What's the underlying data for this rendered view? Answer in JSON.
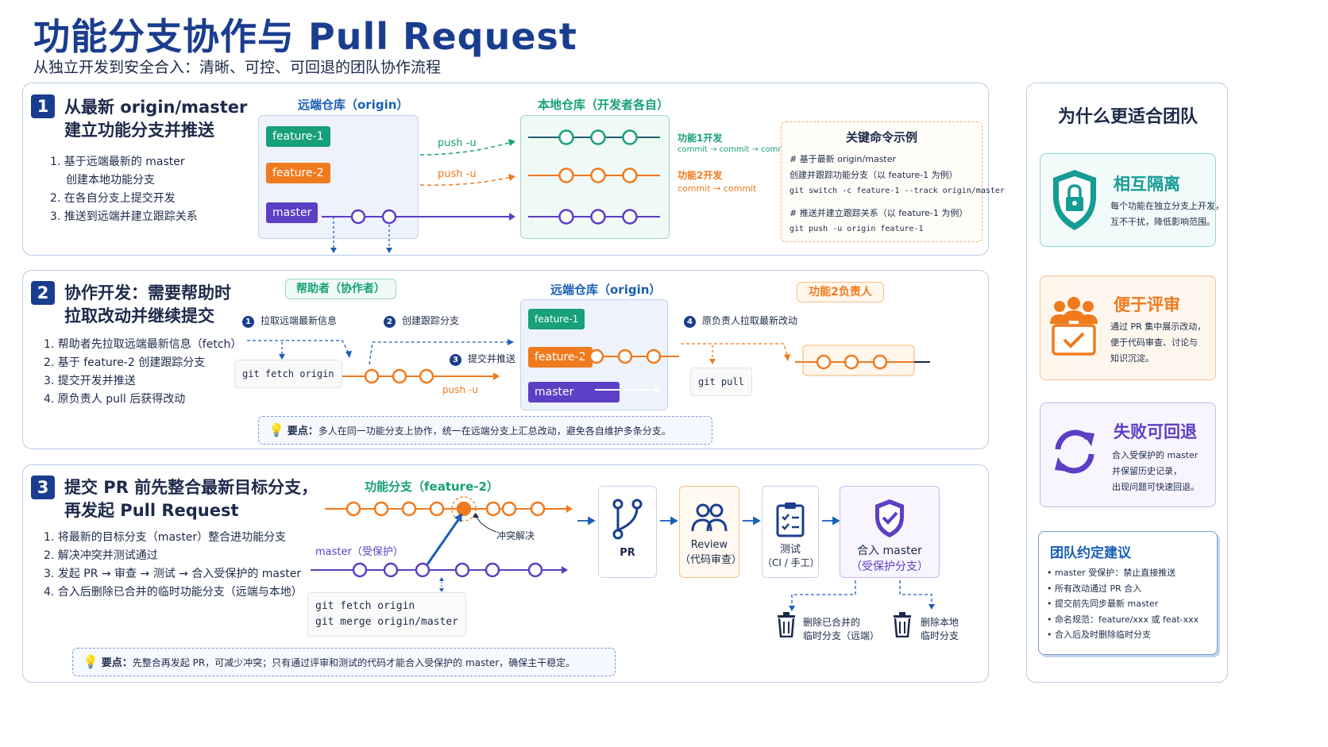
{
  "title": "功能分支协作与 Pull Request",
  "subtitle": "从独立开发到安全合入：清晰、可控、可回退的团队协作流程",
  "sec1": {
    "num": "1",
    "title_l1": "从最新  origin/master",
    "title_l2": "建立功能分支并推送",
    "steps": [
      "1.  基于远端最新的  master",
      "创建本地功能分支",
      "2.  在各自分支上提交开发",
      "3.  推送到远端并建立跟踪关系"
    ],
    "remote_label": "远端仓库（origin）",
    "local_label": "本地仓库（开发者各自）",
    "branch_f1": "feature-1",
    "branch_f2": "feature-2",
    "branch_master": "master",
    "push1": "push -u",
    "push2": "push -u",
    "dev1_title": "功能1开发",
    "dev1_sub": "commit → commit → commit",
    "dev2_title": "功能2开发",
    "dev2_sub": "commit → commit",
    "cmd_title": "关键命令示例",
    "cmd_lines": [
      "# 基于最新  origin/master",
      "  创建并跟踪功能分支（以 feature-1 为例）",
      "git switch -c feature-1 --track origin/master",
      "",
      "# 推送并建立跟踪关系（以 feature-1 为例）",
      "git push -u origin feature-1"
    ]
  },
  "sec2": {
    "num": "2",
    "title_l1": "协作开发：需要帮助时",
    "title_l2": "拉取改动并继续提交",
    "steps": [
      "1.  帮助者先拉取远端最新信息（fetch）",
      "2.  基于 feature-2 创建跟踪分支",
      "3.  提交开发并推送",
      "4.  原负责人  pull 后获得改动"
    ],
    "helper_label": "帮助者（协作者）",
    "remote_label": "远端仓库（origin）",
    "owner_label": "功能2负责人",
    "s1_num": "1",
    "s1": "拉取远端最新信息",
    "s2_num": "2",
    "s2": "创建跟踪分支",
    "s3_num": "3",
    "s3": "提交并推送",
    "s4_num": "4",
    "s4": "原负责人拉取最新改动",
    "cmd_fetch": "git fetch origin",
    "cmd_pull": "git pull",
    "push": "push -u",
    "branch_f1": "feature-1",
    "branch_f2": "feature-2",
    "branch_master": "master",
    "tip_label": "要点：",
    "tip_text": "多人在同一功能分支上协作，统一在远端分支上汇总改动，避免各自维护多条分支。"
  },
  "sec3": {
    "num": "3",
    "title_l1": "提交 PR 前先整合最新目标分支，",
    "title_l2": "再发起  Pull Request",
    "steps": [
      "1.  将最新的目标分支（master）整合进功能分支",
      "2.  解决冲突并测试通过",
      "3.  发起 PR → 审查 → 测试 → 合入受保护的 master",
      "4.  合入后删除已合并的临时功能分支（远端与本地）"
    ],
    "feature_label": "功能分支（feature-2）",
    "master_label": "master（受保护）",
    "conflict": "冲突解决",
    "cmd_lines": [
      "git fetch origin",
      "git merge origin/master"
    ],
    "pr": "PR",
    "review": "Review",
    "review_sub": "（代码审查）",
    "test": "测试",
    "test_sub": "（CI / 手工）",
    "merge": "合入 master",
    "merge_sub": "（受保护分支）",
    "del_remote_l1": "删除已合并的",
    "del_remote_l2": "临时分支（远端）",
    "del_local_l1": "删除本地",
    "del_local_l2": "临时分支",
    "tip_label": "要点：",
    "tip_text": "先整合再发起 PR，可减少冲突；只有通过评审和测试的代码才能合入受保护的 master，确保主干稳定。"
  },
  "side": {
    "title": "为什么更适合团队",
    "card1_title": "相互隔离",
    "card1_lines": [
      "每个功能在独立分支上开发，",
      "互不干扰，降低影响范围。"
    ],
    "card2_title": "便于评审",
    "card2_lines": [
      "通过 PR 集中展示改动，",
      "便于代码审查、讨论与",
      "知识沉淀。"
    ],
    "card3_title": "失败可回退",
    "card3_lines": [
      "合入受保护的 master",
      "并保留历史记录，",
      "出现问题可快速回退。"
    ],
    "rules_title": "团队约定建议",
    "rules": [
      "master 受保护：禁止直接推送",
      "所有改动通过  PR 合入",
      "提交前先同步最新  master",
      "命名规范：feature/xxx 或  feat-xxx",
      "合入后及时删除临时分支"
    ]
  },
  "colors": {
    "brand": "#1a3d8f",
    "green": "#17a07a",
    "orange": "#f07a1e",
    "purple": "#5b3fc4",
    "teal": "#159c95"
  }
}
